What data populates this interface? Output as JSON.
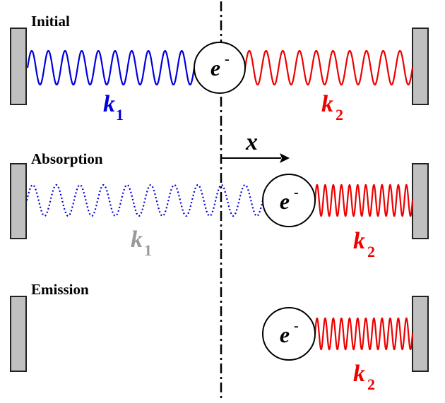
{
  "panels": {
    "initial": "Initial",
    "absorption": "Absorption",
    "emission": "Emission"
  },
  "electron_symbol": "e",
  "electron_charge": "-",
  "k1": {
    "letter": "k",
    "sub": "1"
  },
  "k2": {
    "letter": "k",
    "sub": "2"
  },
  "displacement_label": "x",
  "colors": {
    "spring1": "#0000dd",
    "spring2": "#ee0000",
    "k1_initial": "#0000dd",
    "k1_absorbed": "#999999",
    "k2": "#ee0000",
    "wall_fill": "#c0c0c0",
    "axis": "#000000"
  }
}
